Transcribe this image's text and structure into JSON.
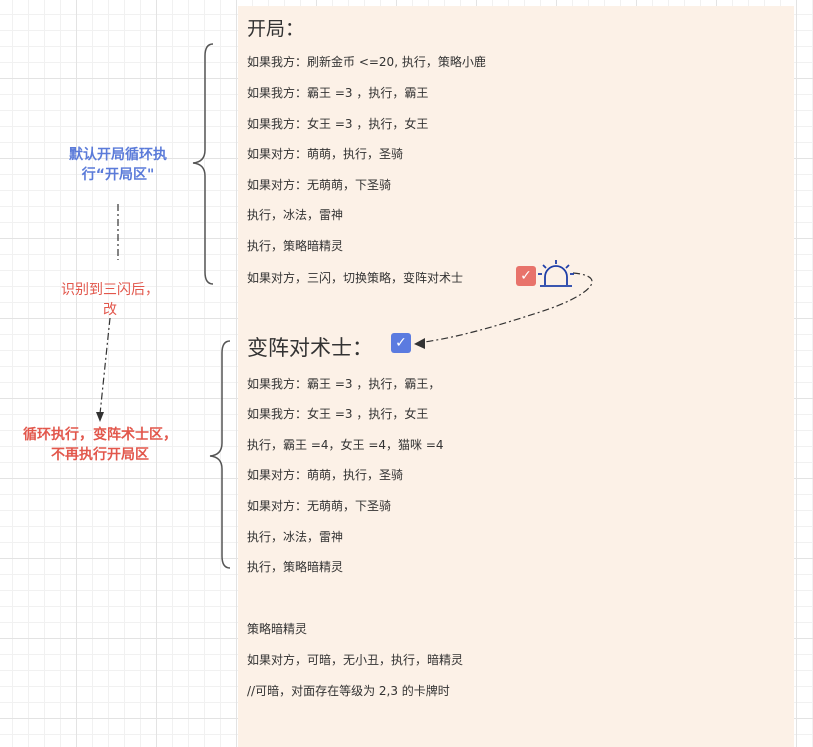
{
  "opening": {
    "title": "开局：",
    "lines": [
      "如果我方：刷新金币 <=20, 执行，策略小鹿",
      "如果我方：霸王 =3 ，执行，霸王",
      "如果我方：女王 =3 ，执行，女王",
      "如果对方：萌萌，执行，圣骑",
      "如果对方：无萌萌，下圣骑",
      "执行，冰法，雷神",
      "执行，策略暗精灵",
      "如果对方，三闪，切换策略，变阵对术士"
    ]
  },
  "transform": {
    "title": "变阵对术士：",
    "lines": [
      "如果我方：霸王 =3 ，执行，霸王，",
      "如果我方：女王 =3 ，执行，女王",
      "执行，霸王 =4，女王 =4，猫咪 =4",
      "如果对方：萌萌，执行，圣骑",
      "如果对方：无萌萌，下圣骑",
      "执行，冰法，雷神",
      "执行，策略暗精灵"
    ]
  },
  "dark_elf": {
    "title": "策略暗精灵",
    "lines": [
      "如果对方，可暗，无小丑，执行，暗精灵",
      "//可暗，对面存在等级为 2,3 的卡牌时"
    ]
  },
  "annotations": {
    "default_loop": [
      "默认开局循环执",
      "行“开局区\""
    ],
    "recognized": [
      "识别到三闪后，",
      "改"
    ],
    "loop_transform": [
      "循环执行，变阵术士区，",
      "不再执行开局区"
    ]
  },
  "icons": {
    "red_checkbox": "checkbox-checked-icon",
    "blue_checkbox": "checkbox-checked-icon",
    "alarm": "alarm-siren-icon"
  },
  "colors": {
    "panel": "#fcf1e7",
    "blue_annotation": "#5b7bd9",
    "red_annotation": "#e2574c",
    "red_checkbox": "#e8736b",
    "blue_checkbox": "#5b7be0",
    "alarm": "#1f3fa8"
  }
}
